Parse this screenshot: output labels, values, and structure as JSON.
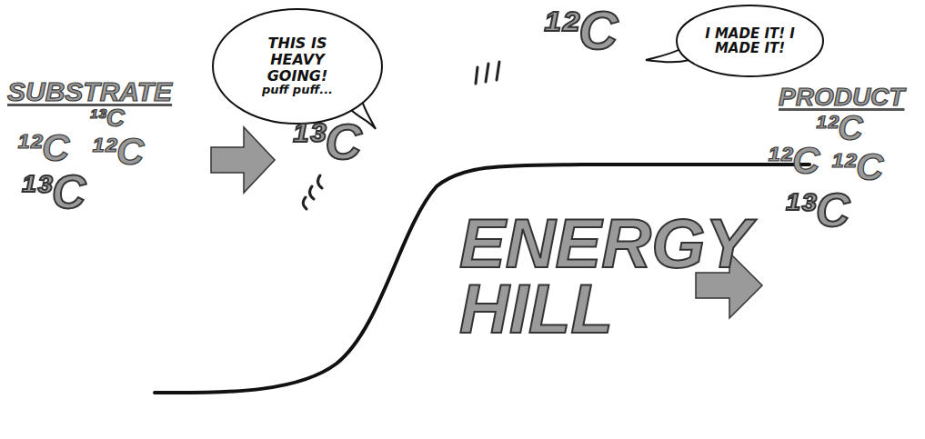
{
  "diagram": {
    "nodes": [
      {
        "text": [
          "THIS IS HEAVY GOING!",
          "puff puff..."
        ]
      },
      {
        "text": [
          "I MADE IT! I MADE IT!"
        ]
      }
    ],
    "labels": [
      "SUBSTRATE",
      "¹³C",
      "¹²C",
      "¹²C",
      "¹³C",
      "¹³C",
      "¹²C",
      "ENERGY HILL",
      "PRODUCT",
      "¹²C",
      "¹²C",
      "¹²C",
      "¹³C"
    ]
  }
}
